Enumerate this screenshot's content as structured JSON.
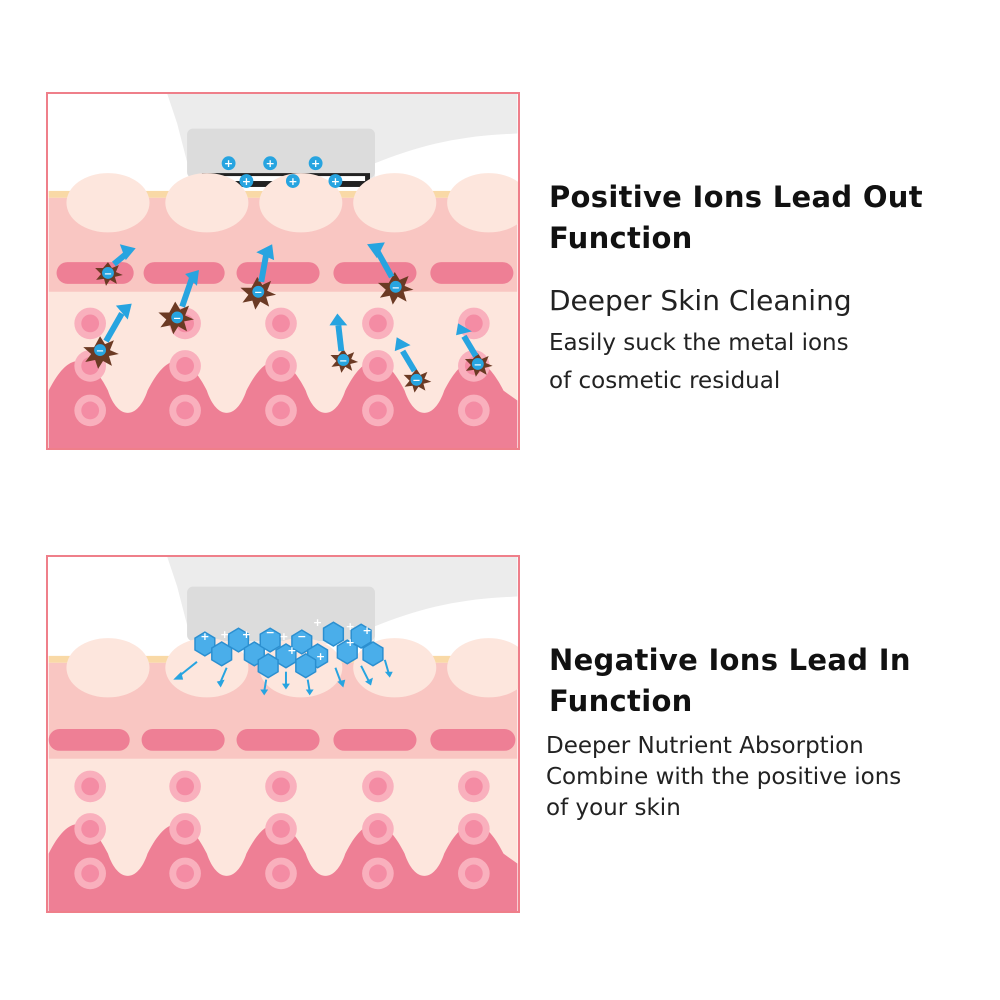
{
  "colors": {
    "border": "#ef7f8a",
    "skin_light": "#fde6dd",
    "skin_pink": "#f7b7b7",
    "skin_deep": "#ee7f95",
    "surface_line": "#f9d9a6",
    "cell": "#f48ca4",
    "ion_blue": "#27a4e0",
    "residue_brown": "#6b3a24",
    "nutrient_blue": "#4aaeea"
  },
  "sections": [
    {
      "title": "Positive Ions Lead Out Function",
      "subtitle": "Deeper Skin Cleaning",
      "description_lines": [
        "Easily suck the metal ions",
        "of cosmetic residual"
      ],
      "ion_symbol": "+",
      "particle_symbol": "−"
    },
    {
      "title": "Negative Ions Lead In Function",
      "subtitle": "Deeper Nutrient Absorption",
      "description_lines": [
        "Combine with the positive ions",
        "of your skin"
      ],
      "ion_symbol": "+",
      "particle_symbol": "−"
    }
  ]
}
